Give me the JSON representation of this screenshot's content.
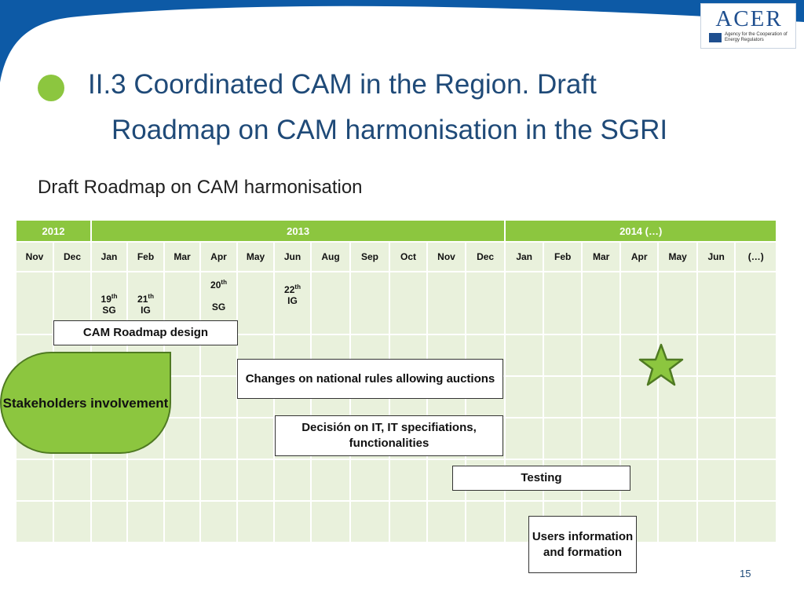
{
  "logo": {
    "word": "ACER",
    "subtitle": "Agency for the Cooperation of Energy Regulators"
  },
  "title": {
    "line1": "II.3 Coordinated CAM in the Region. Draft",
    "line2": "Roadmap on CAM harmonisation in the SGRI"
  },
  "subtitle": "Draft Roadmap on CAM harmonisation",
  "table": {
    "years": [
      "2012",
      "2013",
      "2014  (…)"
    ],
    "months": [
      "Nov",
      "Dec",
      "Jan",
      "Feb",
      "Mar",
      "Apr",
      "May",
      "Jun",
      "Aug",
      "Sep",
      "Oct",
      "Nov",
      "Dec",
      "Jan",
      "Feb",
      "Mar",
      "Apr",
      "May",
      "Jun",
      "(…)"
    ],
    "events": [
      {
        "day": "19",
        "suffix": "th",
        "label": "SG"
      },
      {
        "day": "21",
        "suffix": "th",
        "label": "IG"
      },
      {
        "day": "20",
        "suffix": "th",
        "label": "SG"
      },
      {
        "day": "22",
        "suffix": "th",
        "label": "IG"
      }
    ]
  },
  "tasks": {
    "roadmap_design": "CAM Roadmap design",
    "national_rules": "Changes on national rules allowing auctions",
    "it_decision": "Decisión on IT, IT specifiations, functionalities",
    "testing": "Testing",
    "users_info": "Users information and formation"
  },
  "stakeholders": "Stakeholders involvement",
  "page_number": "15",
  "colors": {
    "accent_green": "#8cc63f",
    "band_blue": "#0d5aa6",
    "title_blue": "#1f4a78",
    "cell_bg": "#e9f1dc"
  }
}
